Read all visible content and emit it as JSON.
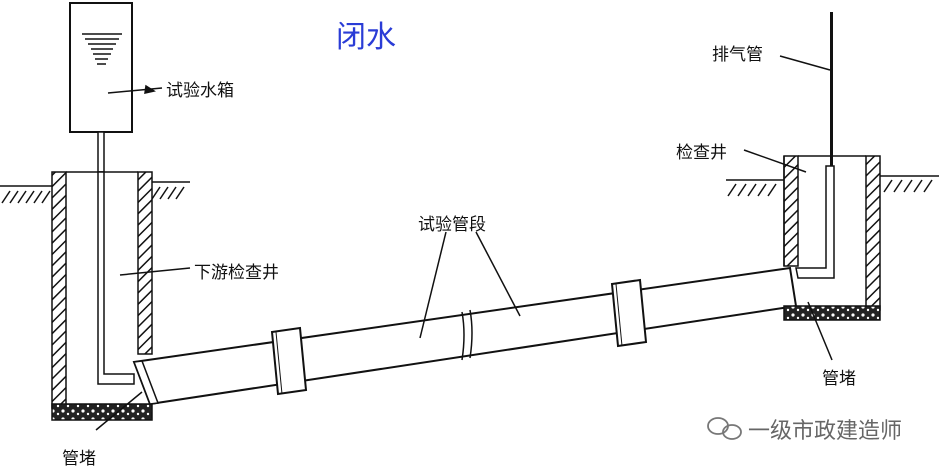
{
  "title": "闭水",
  "labels": {
    "test_tank": "试验水箱",
    "downstream_well": "下游检查井",
    "test_section": "试验管段",
    "exhaust_pipe": "排气管",
    "inspection_well": "检查井",
    "plug_left": "管堵",
    "plug_right": "管堵"
  },
  "watermark": "一级市政建造师",
  "icons": {
    "watermark_icon": "wechat-icon"
  },
  "colors": {
    "title": "#2a3cd6",
    "lines": "#111111"
  }
}
